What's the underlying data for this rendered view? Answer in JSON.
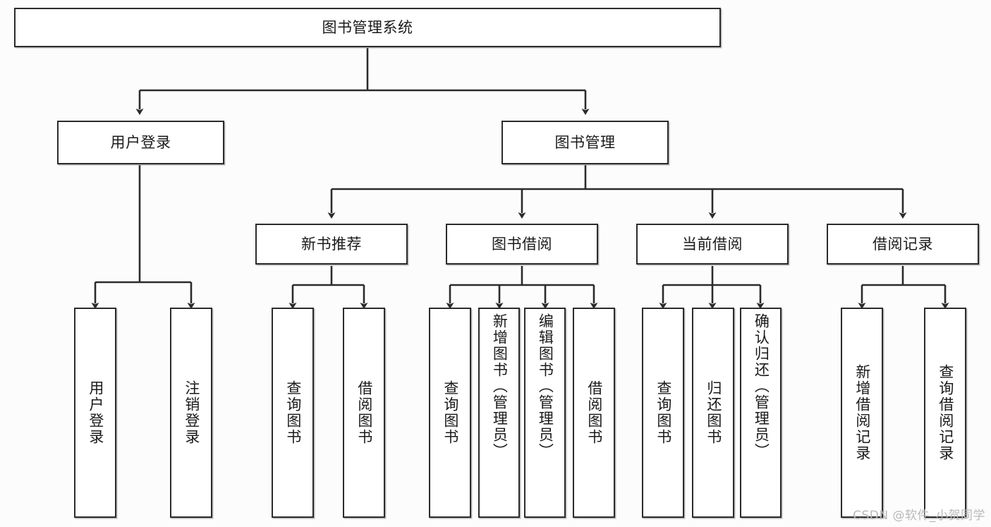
{
  "diagram": {
    "title": "图书管理系统",
    "type": "hierarchy-tree",
    "root": {
      "label": "图书管理系统"
    },
    "level2": [
      {
        "label": "用户登录"
      },
      {
        "label": "图书管理"
      }
    ],
    "level3": [
      {
        "label": "新书推荐"
      },
      {
        "label": "图书借阅"
      },
      {
        "label": "当前借阅"
      },
      {
        "label": "借阅记录"
      }
    ],
    "leaves": {
      "user_login": [
        {
          "label": "用户登录"
        },
        {
          "label": "注销登录"
        }
      ],
      "new_book_recommend": [
        {
          "label": "查询图书"
        },
        {
          "label": "借阅图书"
        }
      ],
      "book_borrow": [
        {
          "label": "查询图书"
        },
        {
          "label": "新增图书（管理员）"
        },
        {
          "label": "编辑图书（管理员）"
        },
        {
          "label": "借阅图书"
        }
      ],
      "current_borrow": [
        {
          "label": "查询图书"
        },
        {
          "label": "归还图书"
        },
        {
          "label": "确认归还（管理员）"
        }
      ],
      "borrow_record": [
        {
          "label": "新增借阅记录"
        },
        {
          "label": "查询借阅记录"
        }
      ]
    },
    "colors": {
      "background": "#fcfcfc",
      "node_fill": "#ffffff",
      "node_border": "#2b2b2b",
      "edge": "#2b2b2b",
      "text": "#1a1a1a",
      "watermark": "#b9b9b9"
    }
  },
  "watermark": {
    "text": "CSDN @软件_小贺同学"
  }
}
